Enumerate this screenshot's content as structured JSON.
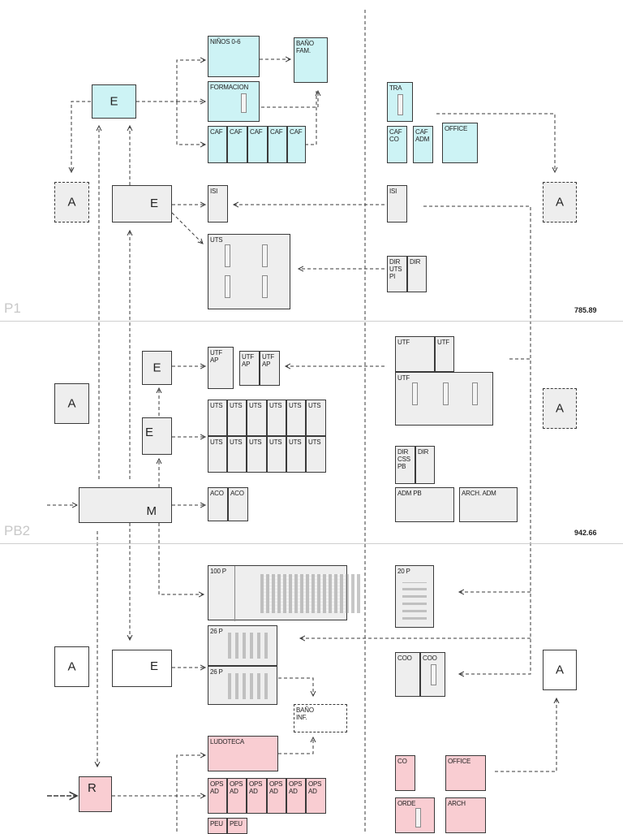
{
  "levels": [
    {
      "name": "P1",
      "elevation": "785.89"
    },
    {
      "name": "PB2",
      "elevation": "942.66"
    }
  ],
  "left": {
    "e_top": "E",
    "a1": "A",
    "e2": "E",
    "e3": "E",
    "e4": "E",
    "a2": "A",
    "m": "M",
    "a3": "A",
    "e5": "E",
    "r": "R"
  },
  "rooms_top": {
    "ninos": "NIÑOS 0-6",
    "bano_fam": "BAÑO\nFAM.",
    "formacion": "FORMACION",
    "caf": [
      "CAF",
      "CAF",
      "CAF",
      "CAF",
      "CAF"
    ],
    "isi": "ISI",
    "uts": "UTS"
  },
  "rooms_mid": {
    "utf_ap_1": "UTF\nAP",
    "utf_ap_pair": [
      "UTF\nAP",
      "UTF\nAP"
    ],
    "uts_row1": [
      "UTS",
      "UTS",
      "UTS",
      "UTS",
      "UTS",
      "UTS"
    ],
    "uts_row2": [
      "UTS",
      "UTS",
      "UTS",
      "UTS",
      "UTS",
      "UTS"
    ],
    "aco": [
      "ACO",
      "ACO"
    ]
  },
  "rooms_low": {
    "p100": "100 P",
    "p26a": "26 P",
    "p26b": "26 P",
    "bano_inf": "BAÑO\nINF.",
    "ludoteca": "LUDOTECA",
    "ops": [
      "OPS\nAD",
      "OPS\nAD",
      "OPS\nAD",
      "OPS\nAD",
      "OPS\nAD",
      "OPS\nAD"
    ],
    "peu": [
      "PEU",
      "PEU"
    ]
  },
  "right": {
    "tra": "TRA",
    "caf_co": "CAF\nCO",
    "caf_adm": "CAF\nADM",
    "office_top": "OFFICE",
    "a_top": "A",
    "isi": "ISI",
    "dir_uts_pi": "DIR\nUTS\nPI",
    "dir1": "DIR",
    "utf_a": "UTF",
    "utf_b": "UTF",
    "utf_big": "UTF",
    "a_mid": "A",
    "dir_css_pb": "DIR\nCSS\nPB",
    "dir2": "DIR",
    "adm_pb": "ADM PB",
    "arch_adm": "ARCH. ADM",
    "p20": "20 P",
    "coo1": "COO",
    "coo2": "COO",
    "a_low": "A",
    "co": "CO",
    "office_low": "OFFICE",
    "orde": "ORDE",
    "arch": "ARCH"
  },
  "colors": {
    "cyan": "#cdf3f5",
    "pink": "#f9cdd2",
    "grey": "#eeeeee",
    "line": "#3a3a3a"
  }
}
